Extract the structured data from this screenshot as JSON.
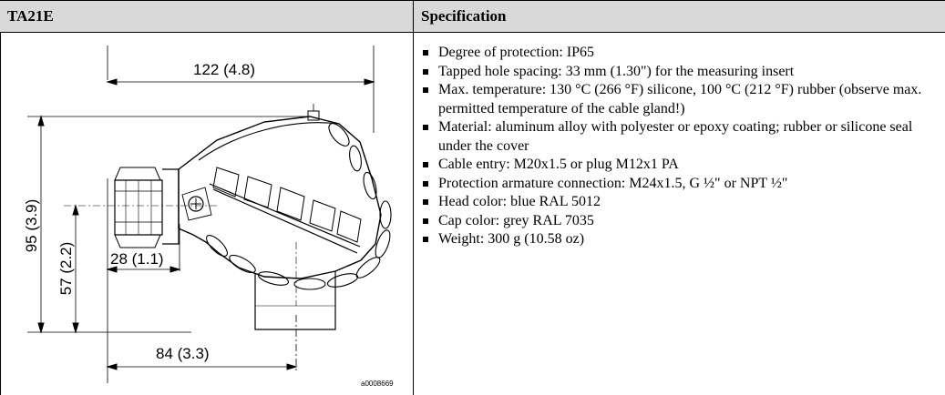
{
  "table": {
    "header_left": "TA21E",
    "header_right": "Specification"
  },
  "drawing": {
    "dim_width": "122 (4.8)",
    "dim_height": "95 (3.9)",
    "dim_axis_height": "57 (2.2)",
    "dim_gland_offset": "28 (1.1)",
    "dim_neck_offset": "84 (3.3)",
    "figure_id": "a0008669"
  },
  "specs": [
    "Degree of protection: IP65",
    "Tapped hole spacing: 33 mm (1.30\") for the measuring insert",
    "Max. temperature: 130 °C (266 °F) silicone, 100 °C (212 °F) rubber (observe max. permitted temperature of the cable gland!)",
    "Material: aluminum alloy with polyester or epoxy coating; rubber or silicone seal under the cover",
    "Cable entry: M20x1.5 or plug M12x1 PA",
    "Protection armature connection: M24x1.5, G ½\" or NPT ½\"",
    "Head color: blue RAL 5012",
    "Cap color: grey RAL 7035",
    "Weight: 300 g (10.58 oz)"
  ]
}
